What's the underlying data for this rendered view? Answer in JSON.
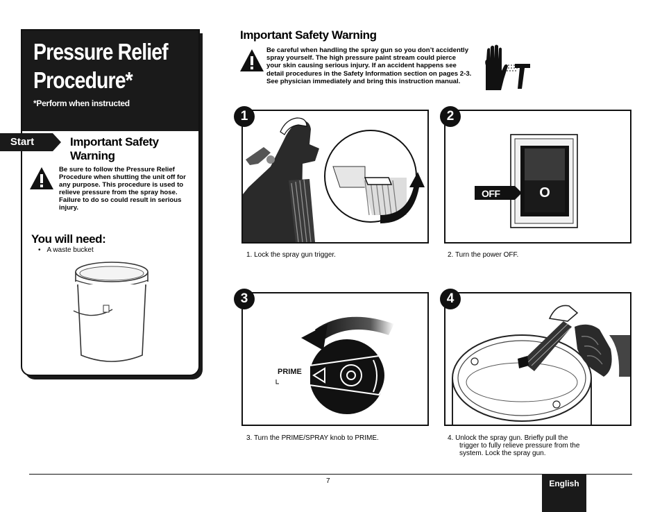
{
  "sidebar": {
    "title_line1": "Pressure Relief",
    "title_line2": "Procedure*",
    "subtitle": "*Perform when instructed",
    "start_label": "Start",
    "safety_heading_line1": "Important Safety",
    "safety_heading_line2": "Warning",
    "safety_text": "Be sure to follow the Pressure Relief Procedure when shutting the unit off for any purpose.   This procedure is used to relieve pressure from the spray hose.  Failure to do so could result in serious injury.",
    "need_heading": "You will need:",
    "need_items": [
      "A waste bucket"
    ]
  },
  "top_warning": {
    "heading": "Important Safety Warning",
    "text": "Be careful when handling the spray gun so you don’t accidently spray yourself.  The high pressure paint stream could pierce your skin causing serious injury.  If an accident happens see detail procedures in the Safety Information section on pages 2-3.  See physician immediately and bring this instruction manual."
  },
  "steps": [
    {
      "number": "1",
      "caption": "1.  Lock the spray gun trigger."
    },
    {
      "number": "2",
      "caption": "2.  Turn the power OFF.",
      "off_label": "OFF",
      "switch_symbol": "O"
    },
    {
      "number": "3",
      "caption": "3.  Turn the PRIME/SPRAY knob to PRIME.",
      "prime_label": "PRIME"
    },
    {
      "number": "4",
      "caption_line1": "4.  Unlock the spray gun.  Briefly pull the",
      "caption_line2": "trigger to fully relieve pressure from the",
      "caption_line3": "system.  Lock the spray gun."
    }
  ],
  "footer": {
    "page_number": "7",
    "language": "English"
  },
  "icons": [
    "warning-icon",
    "hand-stop-icon",
    "bucket-illustration",
    "spray-gun-illustration",
    "power-switch-illustration",
    "prime-knob-illustration",
    "paint-can-illustration"
  ]
}
